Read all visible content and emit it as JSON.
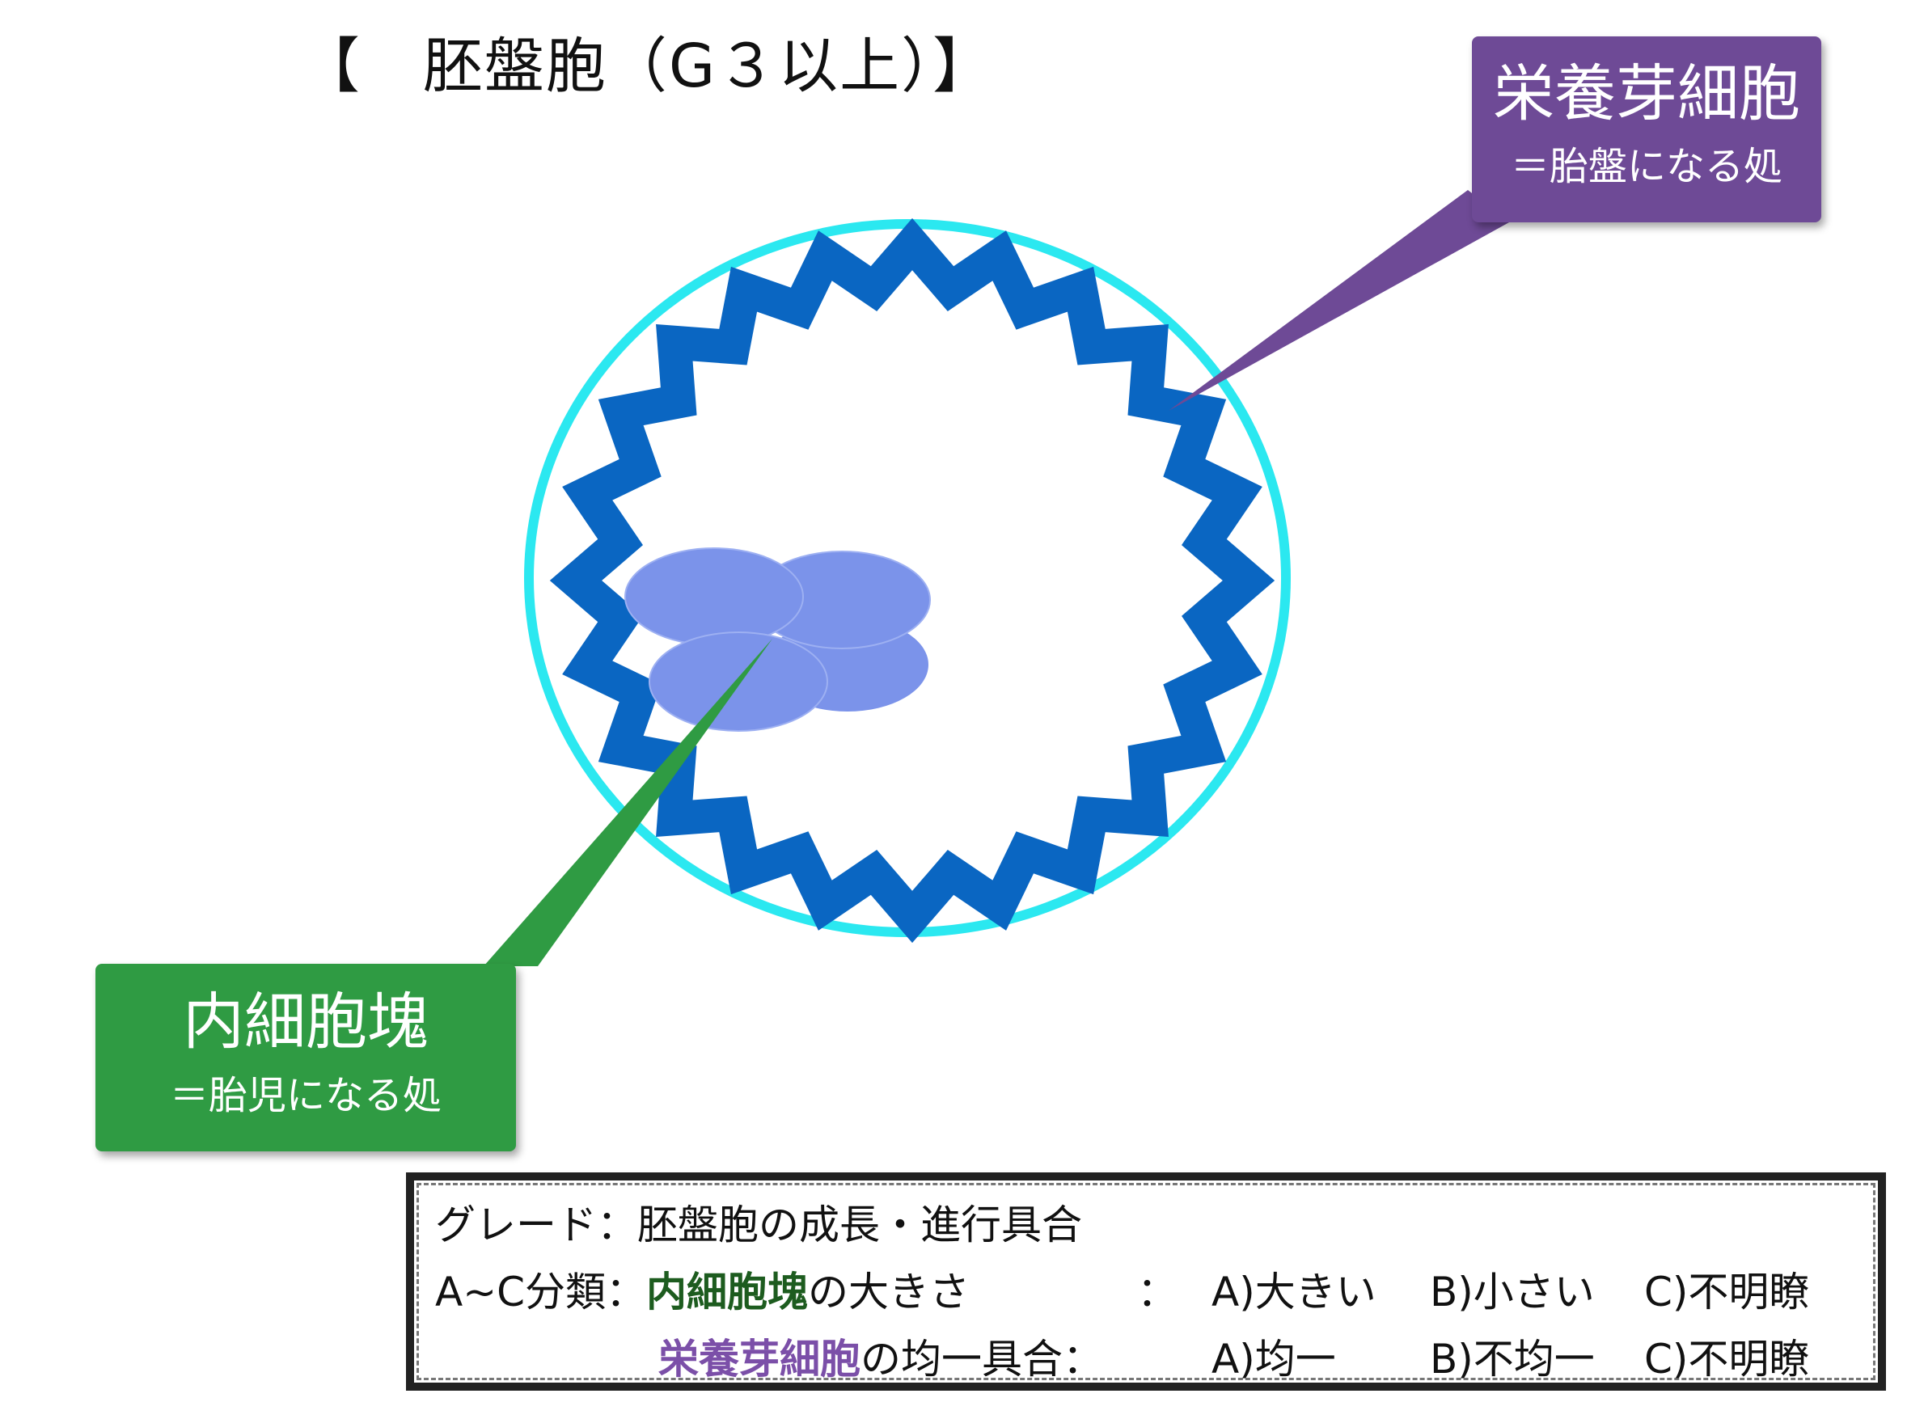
{
  "title": "【　胚盤胞（G３以上）】",
  "callouts": {
    "trophectoderm": {
      "label": "栄養芽細胞",
      "note": "＝胎盤になる処",
      "color": "#6e4a96"
    },
    "inner_cell_mass": {
      "label": "内細胞塊",
      "note": "＝胎児になる処",
      "color": "#2f9b43"
    }
  },
  "colors": {
    "zona": "#2be8f0",
    "trophectoderm_ring": "#0a66c2",
    "icm_cells": "#7b93ea",
    "highlight_green": "#1d5c1f",
    "highlight_purple": "#7b4fa8"
  },
  "legend": {
    "grade_label": "グレード：",
    "grade_desc": "胚盤胞の成長・進行具合",
    "class_label": "A~C分類：",
    "icm_term": "内細胞塊",
    "icm_suffix": "の大きさ",
    "icm_colon": "：",
    "icm_a": "A)大きい",
    "icm_b": "B)小さい",
    "icm_c": "C)不明瞭",
    "te_term": "栄養芽細胞",
    "te_suffix": "の均一具合：",
    "te_a": "A)均一",
    "te_b": "B)不均一",
    "te_c": "C)不明瞭"
  }
}
